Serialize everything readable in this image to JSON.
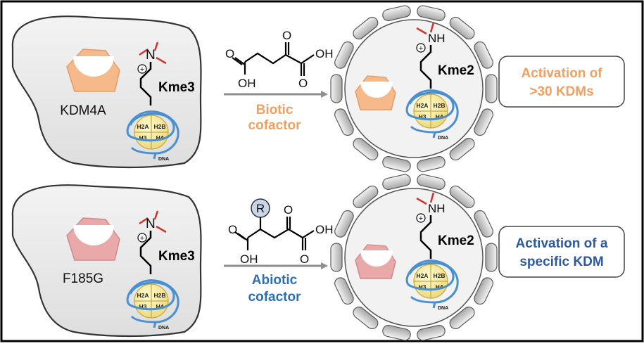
{
  "rows": [
    {
      "enzyme_label": "KDM4A",
      "substrate_label": "Kme3",
      "product_label": "Kme2",
      "cofactor_line1": "Biotic",
      "cofactor_line2": "cofactor",
      "cofactor_color": "#f0a061",
      "outcome_line1": "Activation of",
      "outcome_line2": ">30 KDMs",
      "outcome_color": "#f0a061",
      "enzyme_color": "#f5b98a",
      "cofactor_substituent": ""
    },
    {
      "enzyme_label": "F185G",
      "substrate_label": "Kme3",
      "product_label": "Kme2",
      "cofactor_line1": "Abiotic",
      "cofactor_line2": "cofactor",
      "cofactor_color": "#2d6fb5",
      "outcome_line1": "Activation of a",
      "outcome_line2": "specific KDM",
      "outcome_color": "#2d5a9e",
      "enzyme_color": "#e8a9a8",
      "cofactor_substituent": "R"
    }
  ],
  "chem": {
    "N": "N",
    "NH": "NH",
    "plus": "+",
    "OH": "OH",
    "O": "O"
  },
  "histone": {
    "H2A": "H2A",
    "H2B": "H2B",
    "H3": "H3",
    "H4": "H4",
    "dna": "DNA"
  }
}
